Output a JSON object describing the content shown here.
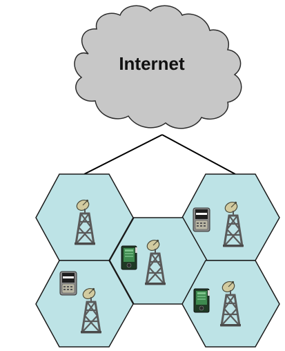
{
  "diagram": {
    "cloud": {
      "label": "Internet",
      "fill": "#c7c7c7",
      "stroke": "#2b2b2b"
    },
    "cell_fill": "#bde3e6",
    "cell_stroke": "#1a1a1a",
    "link_color": "#000000",
    "cells": [
      {
        "name": "cell-top-left",
        "devices": [
          "cell-tower-icon"
        ]
      },
      {
        "name": "cell-top-right",
        "devices": [
          "pda-device-icon",
          "cell-tower-icon"
        ]
      },
      {
        "name": "cell-center",
        "devices": [
          "phone-device-icon",
          "cell-tower-icon"
        ]
      },
      {
        "name": "cell-bottom-left",
        "devices": [
          "pda-device-icon",
          "cell-tower-icon"
        ]
      },
      {
        "name": "cell-bottom-right",
        "devices": [
          "phone-device-icon",
          "cell-tower-icon"
        ]
      }
    ]
  }
}
